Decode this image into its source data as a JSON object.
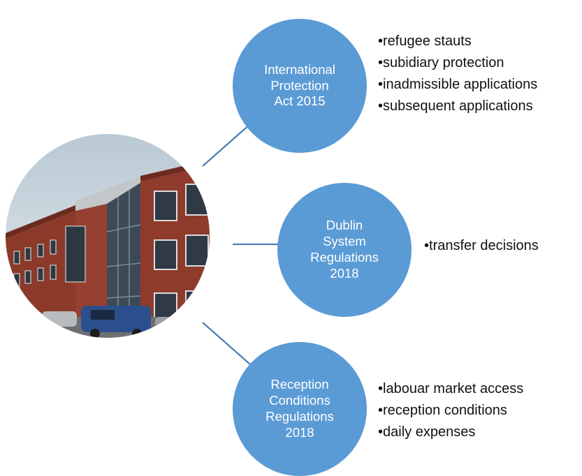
{
  "photo": {
    "icon": "office-building-photo",
    "colors": {
      "brick": "#8b3a2a",
      "sky": "#cfd8de",
      "van": "#2b4f8c"
    }
  },
  "colors": {
    "node_fill": "#5b9bd5",
    "connector": "#4a7eb5",
    "node_text": "#ffffff"
  },
  "nodes": [
    {
      "lines": [
        "International",
        "Protection",
        "Act 2015"
      ],
      "bullets": [
        "refugee stauts",
        "subidiary protection",
        "inadmissible applications",
        "subsequent applications"
      ]
    },
    {
      "lines": [
        "Dublin",
        "System",
        "Regulations",
        "2018"
      ],
      "bullets": [
        "transfer decisions"
      ]
    },
    {
      "lines": [
        "Reception",
        "Conditions",
        "Regulations",
        "2018"
      ],
      "bullets": [
        "labouar market access",
        "reception conditions",
        "daily expenses"
      ]
    }
  ]
}
